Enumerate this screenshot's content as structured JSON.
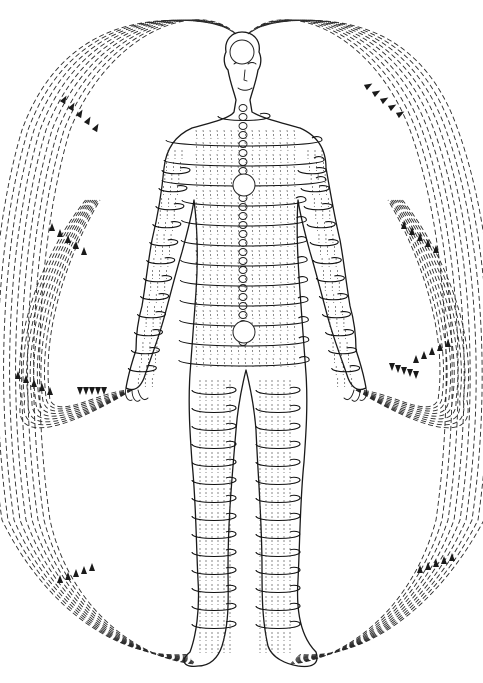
{
  "figure": {
    "subject": "human-body-energy-field",
    "ink_color": "#1a1a1a",
    "paper_color": "#ffffff",
    "icons": {
      "energy_center": "circle",
      "flow_arrow": "triangle-arrow"
    }
  }
}
